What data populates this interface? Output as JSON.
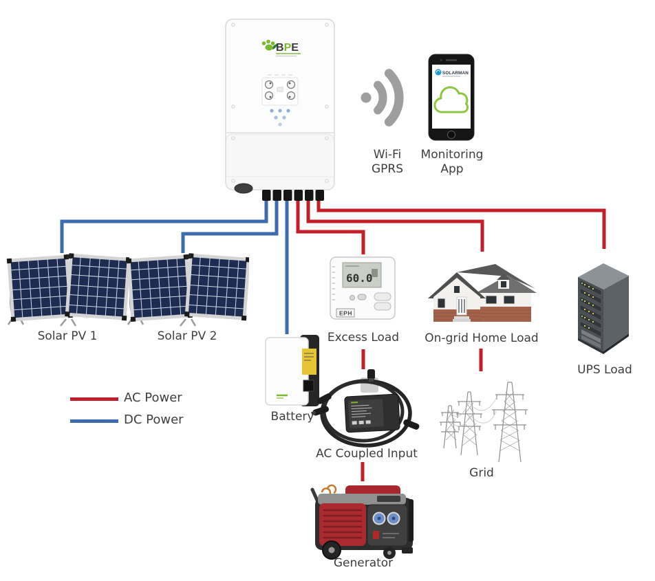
{
  "colors": {
    "ac_power": "#c1202a",
    "dc_power": "#3e6aae",
    "icon_gray": "#9e9e9e",
    "label_text": "#3e3e3e",
    "brand_green": "#7cb82f",
    "cloud_green": "#8dc63f",
    "solarman_blue": "#1a9ad7"
  },
  "inverter": {
    "brand_letters": [
      "B",
      "P",
      "E"
    ]
  },
  "wireless": {
    "line1": "Wi-Fi",
    "line2": "GPRS"
  },
  "monitoring": {
    "screen_brand": "SOLARMAN",
    "line1": "Monitoring",
    "line2": "App"
  },
  "devices": {
    "solar_pv_1": "Solar PV 1",
    "solar_pv_2": "Solar PV 2",
    "battery": "Battery",
    "excess_load": "Excess Load",
    "ongrid_home_load": "On-grid Home Load",
    "ups_load": "UPS Load",
    "ac_coupled_input": "AC Coupled Input",
    "grid": "Grid",
    "generator": "Generator"
  },
  "excess_load_device": {
    "display_reading": "60.0",
    "brand": "EPH"
  },
  "legend": {
    "ac_label": "AC Power",
    "dc_label": "DC Power"
  }
}
